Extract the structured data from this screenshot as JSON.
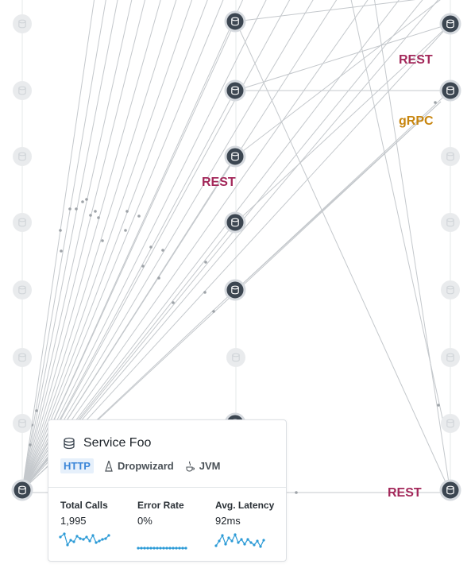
{
  "graph": {
    "labels": {
      "rest_top_right": "REST",
      "grpc": "gRPC",
      "rest_middle": "REST",
      "rest_bottom": "REST"
    },
    "colors": {
      "rest": "#a3285a",
      "grpc": "#c8860f",
      "node_dark": "#3c4651",
      "node_faint": "#e9ebed",
      "edge": "#c4c8cc"
    }
  },
  "card": {
    "title": "Service Foo",
    "icon": "database-icon",
    "tags": {
      "protocol": "HTTP",
      "framework": "Dropwizard",
      "framework_icon": "dropwizard-icon",
      "runtime": "JVM",
      "runtime_icon": "java-icon"
    },
    "metrics": {
      "total_calls": {
        "label": "Total Calls",
        "value": "1,995"
      },
      "error_rate": {
        "label": "Error Rate",
        "value": "0%"
      },
      "avg_latency": {
        "label": "Avg. Latency",
        "value": "92ms"
      }
    },
    "sparkline_color": "#2b9ad6"
  }
}
